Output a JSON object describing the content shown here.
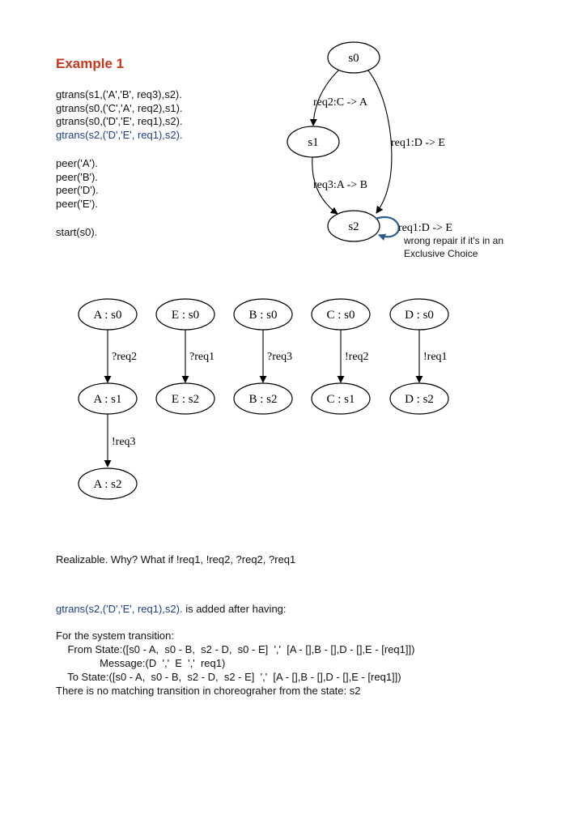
{
  "example_title": "Example 1",
  "gtrans": [
    {
      "text": "gtrans(s1,('A','B', req3),s2).",
      "highlight": false
    },
    {
      "text": "gtrans(s0,('C','A', req2),s1).",
      "highlight": false
    },
    {
      "text": "gtrans(s0,('D','E', req1),s2).",
      "highlight": false
    },
    {
      "text": "gtrans(s2,('D','E', req1),s2).",
      "highlight": true
    }
  ],
  "peers": [
    "peer('A').",
    "peer('B').",
    "peer('D').",
    "peer('E')."
  ],
  "start": "start(s0).",
  "choreography": {
    "nodes": {
      "s0": "s0",
      "s1": "s1",
      "s2": "s2"
    },
    "edges": {
      "s0_s1": "req2:C -> A",
      "s0_s2": "req1:D -> E",
      "s1_s2": "req3:A -> B",
      "s2_s2": "req1:D -> E"
    },
    "annotation": [
      "wrong repair if it's in an",
      "Exclusive Choice"
    ],
    "colors": {
      "self_loop": "#2a5d8f"
    }
  },
  "peer_machines": {
    "A": {
      "n0": "A : s0",
      "e0": "?req2",
      "n1": "A : s1",
      "e1": "!req3",
      "n2": "A : s2"
    },
    "E": {
      "n0": "E : s0",
      "e0": "?req1",
      "n1": "E : s2"
    },
    "B": {
      "n0": "B : s0",
      "e0": "?req3",
      "n1": "B : s2"
    },
    "C": {
      "n0": "C : s0",
      "e0": "!req2",
      "n1": "C : s1"
    },
    "D": {
      "n0": "D : s0",
      "e0": "!req1",
      "n1": "D : s2"
    }
  },
  "realizable_note": "Realizable. Why?  What if   !req1, !req2, ?req2, ?req1",
  "added_gtrans": "gtrans(s2,('D','E', req1),s2).",
  "added_suffix": "  is added after having:",
  "system_transition": [
    "For the system transition:",
    "    From State:([s0 - A,  s0 - B,  s2 - D,  s0 - E]  ','  [A - [],B - [],D - [],E - [req1]])",
    "               Message:(D  ','  E  ','  req1)",
    "    To State:([s0 - A,  s0 - B,  s2 - D,  s2 - E]  ','  [A - [],B - [],D - [],E - [req1]])",
    "There is no matching transition in choreograher from the state: s2"
  ]
}
